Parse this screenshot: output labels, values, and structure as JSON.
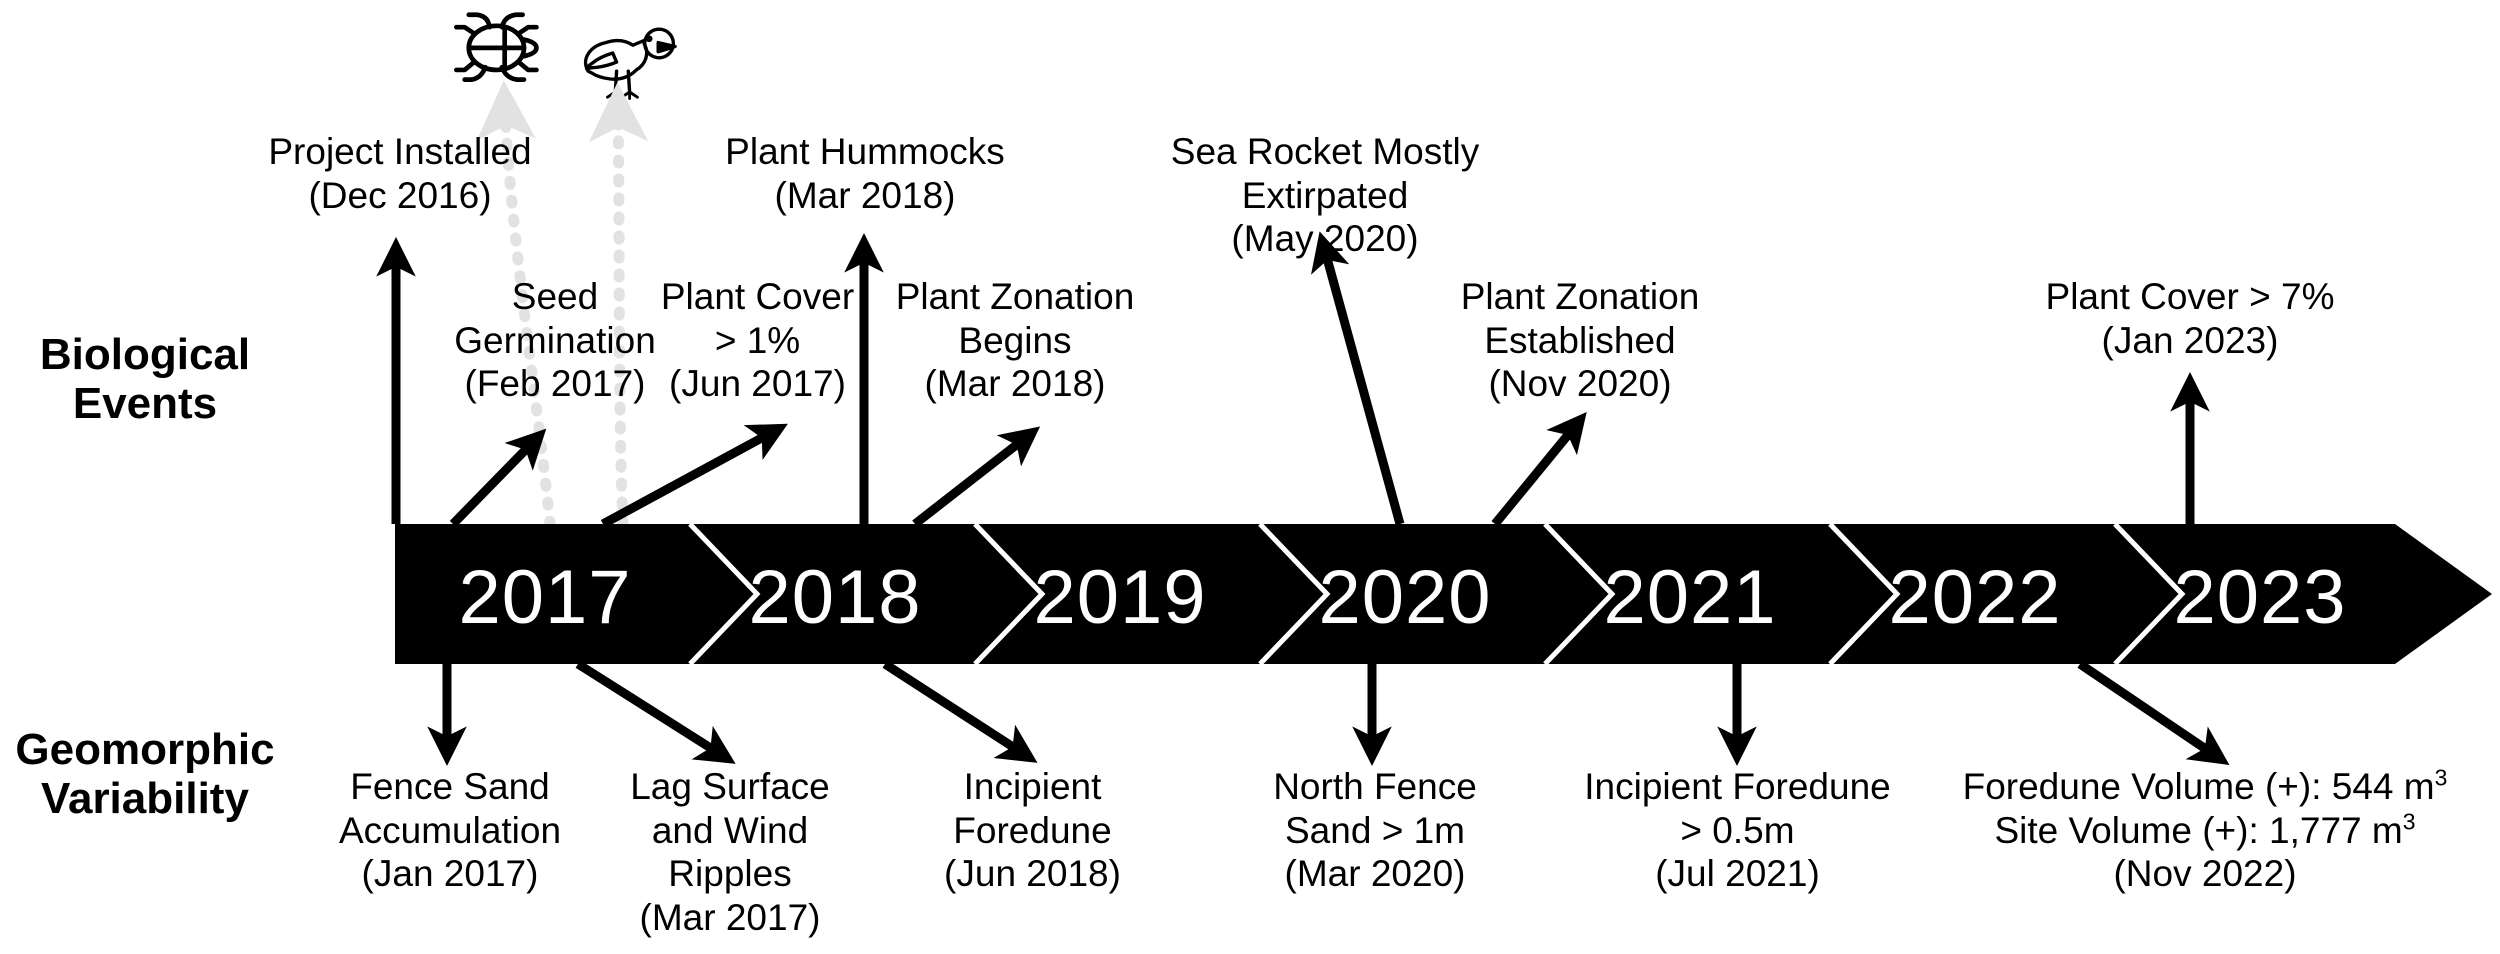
{
  "figure": {
    "type": "timeline",
    "title": "",
    "background_color": "#ffffff",
    "bar_color": "#000000",
    "text_color": "#000000",
    "year_text_color": "#ffffff",
    "dotted_arrow_color": "#e0e0e0"
  },
  "row_labels": {
    "top": "Biological\nEvents",
    "bottom": "Geomorphic\nVariability"
  },
  "timeline": {
    "years": [
      "2017",
      "2018",
      "2019",
      "2020",
      "2021",
      "2022",
      "2023"
    ]
  },
  "icons": [
    {
      "name": "beetle-icon",
      "label": "beetle"
    },
    {
      "name": "shorebird-icon",
      "label": "shorebird"
    }
  ],
  "biological_events": [
    {
      "label": "Project Installed\n(Dec 2016)",
      "date": "Dec 2016"
    },
    {
      "label": "Seed\nGermination\n(Feb 2017)",
      "date": "Feb 2017"
    },
    {
      "label": "Plant Cover\n> 1%\n(Jun 2017)",
      "date": "Jun 2017"
    },
    {
      "label": "Plant Hummocks\n(Mar 2018)",
      "date": "Mar 2018"
    },
    {
      "label": "Plant Zonation\nBegins\n(Mar 2018)",
      "date": "Mar 2018"
    },
    {
      "label": "Sea Rocket Mostly\nExtirpated\n(May 2020)",
      "date": "May 2020"
    },
    {
      "label": "Plant Zonation\nEstablished\n(Nov 2020)",
      "date": "Nov 2020"
    },
    {
      "label": "Plant Cover > 7%\n(Jan 2023)",
      "date": "Jan 2023"
    }
  ],
  "geomorphic_events": [
    {
      "label": "Fence Sand\nAccumulation\n(Jan 2017)",
      "date": "Jan 2017"
    },
    {
      "label": "Lag Surface\nand Wind\nRipples\n(Mar 2017)",
      "date": "Mar 2017"
    },
    {
      "label": "Incipient\nForedune\n(Jun 2018)",
      "date": "Jun 2018"
    },
    {
      "label": "North Fence\nSand > 1m\n(Mar 2020)",
      "date": "Mar 2020"
    },
    {
      "label": "Incipient Foredune\n> 0.5m\n(Jul 2021)",
      "date": "Jul 2021"
    },
    {
      "rich": true,
      "line1_pre": "Foredune Volume (+): 544 m",
      "line1_sup": "3",
      "line2_pre": "Site Volume (+): 1,777 m",
      "line2_sup": "3",
      "line3": "(Nov 2022)",
      "date": "Nov 2022"
    }
  ]
}
